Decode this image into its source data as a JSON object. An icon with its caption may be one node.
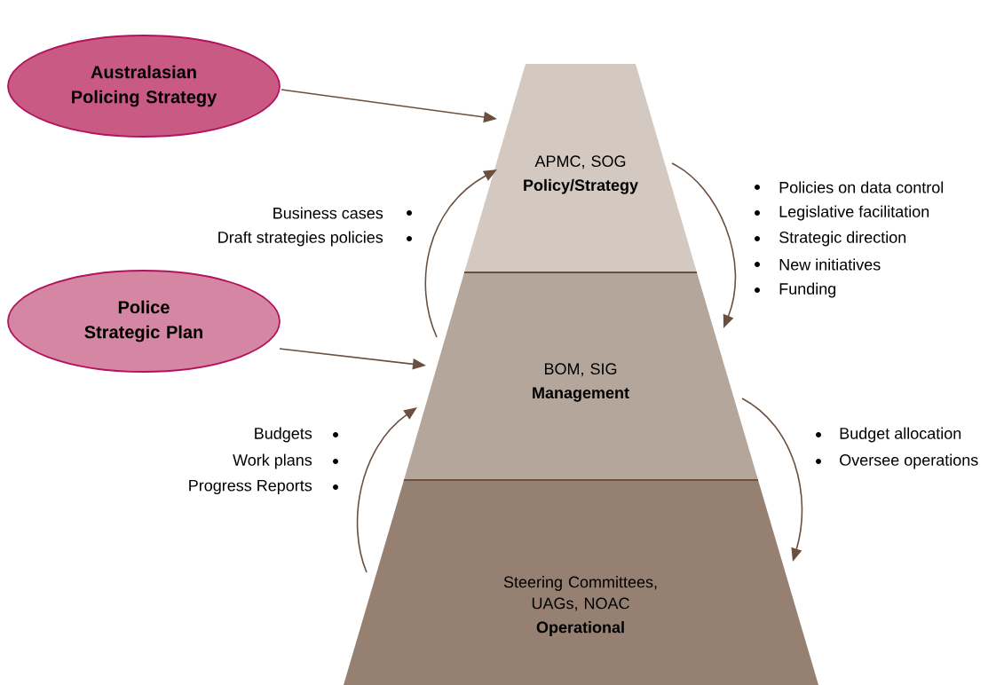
{
  "diagram": {
    "nodes": [
      {
        "text": [
          "Australasian Policing Strategy"
        ]
      },
      {
        "text": [
          "Police Strategic Plan"
        ]
      },
      {
        "text": [
          "APMC, SOG",
          "Policy/Strategy"
        ]
      },
      {
        "text": [
          "BOM, SIG",
          "Management"
        ]
      },
      {
        "text": [
          "Steering Committees, UAGs, NOAC",
          "Operational"
        ]
      }
    ],
    "edges": [
      {
        "from": 0,
        "to": 2,
        "arrow": "to"
      },
      {
        "from": 1,
        "to": 3,
        "arrow": "to"
      },
      {
        "from": 3,
        "to": 2,
        "arrow": "to"
      },
      {
        "from": 2,
        "to": 3,
        "arrow": "to"
      },
      {
        "from": 4,
        "to": 3,
        "arrow": "to"
      },
      {
        "from": 3,
        "to": 4,
        "arrow": "to"
      }
    ],
    "labels": [
      "Business cases",
      "Draft strategies policies",
      "Policies on data control",
      "Legislative facilitation",
      "Strategic direction",
      "New initiatives",
      "Funding",
      "Budgets",
      "Work plans",
      "Progress Reports",
      "Budget allocation",
      "Oversee operations"
    ]
  }
}
